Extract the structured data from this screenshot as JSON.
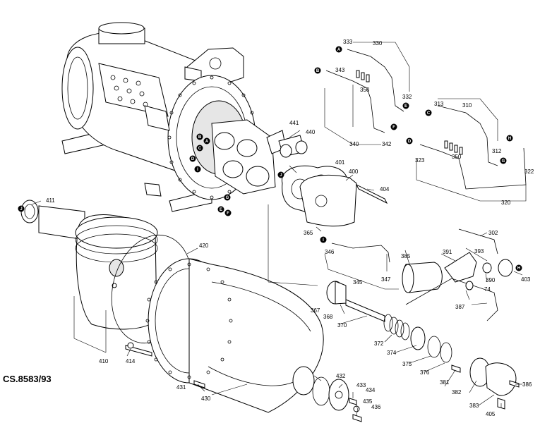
{
  "drawing_code": "CS.8583/93",
  "part_numbers": {
    "p302": "302",
    "p310": "310",
    "p312": "312",
    "p313": "313",
    "p320": "320",
    "p322": "322",
    "p323": "323",
    "p330": "330",
    "p332": "332",
    "p333": "333",
    "p340": "340",
    "p342": "342",
    "p343": "343",
    "p345": "345",
    "p346": "346",
    "p347": "347",
    "p350a": "350",
    "p350b": "350",
    "p365": "365",
    "p367": "367",
    "p368": "368",
    "p370": "370",
    "p372": "372",
    "p374": "374",
    "p375": "375",
    "p376": "376",
    "p381": "381",
    "p382": "382",
    "p383": "383",
    "p385": "385",
    "p386": "386",
    "p387": "387",
    "p390": "390",
    "p391": "391",
    "p393": "393",
    "p400": "400",
    "p401": "401",
    "p403": "403",
    "p404": "404",
    "p405": "405",
    "p410": "410",
    "p411": "411",
    "p414": "414",
    "p420": "420",
    "p430": "430",
    "p431": "431",
    "p432": "432",
    "p433": "433",
    "p434": "434",
    "p435": "435",
    "p436": "436",
    "p440": "440",
    "p441": "441",
    "p74": "74"
  },
  "reference_letters": {
    "a1": "A",
    "a2": "A",
    "b1": "B",
    "b2": "B",
    "c1": "C",
    "c2": "C",
    "d1": "D",
    "d2": "D",
    "e1": "E",
    "e2": "E",
    "f1": "F",
    "f2": "F",
    "g1": "G",
    "g2": "G",
    "h1": "H",
    "h2": "H",
    "i1": "I",
    "i2": "I",
    "j1": "J",
    "j2": "J"
  }
}
